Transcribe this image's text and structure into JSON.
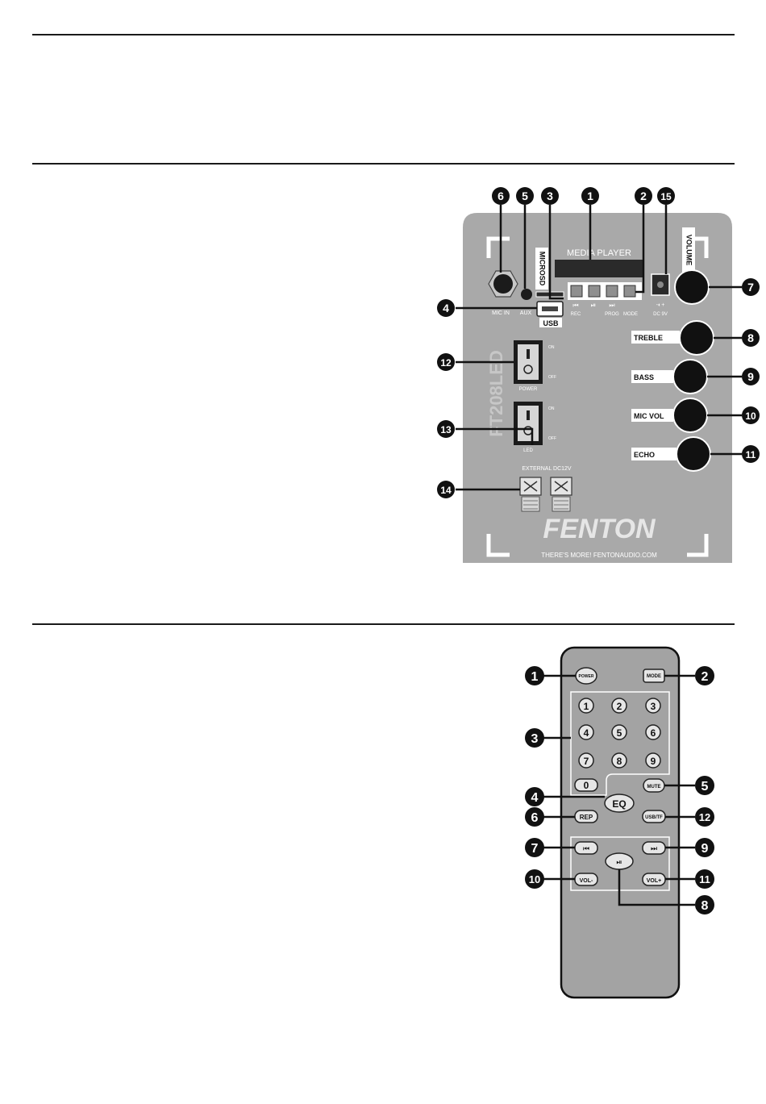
{
  "panel": {
    "media_player": "MEDIA PLAYER",
    "microsd": "MICROSD",
    "usb": "USB",
    "mic_in": "MIC IN",
    "aux": "AUX",
    "rec": "REC",
    "prog": "PROG",
    "mode": "MODE",
    "dc9v": "DC 9V",
    "volume": "VOLUME",
    "treble": "TREBLE",
    "bass": "BASS",
    "mic_vol": "MIC VOL",
    "echo": "ECHO",
    "on": "ON",
    "off": "OFF",
    "power": "POWER",
    "led": "LED",
    "model": "FT208LED",
    "external_dc": "EXTERNAL DC12V",
    "brand": "FENTON",
    "slogan": "THERE'S MORE! FENTONAUDIO.COM",
    "callouts": [
      "1",
      "2",
      "3",
      "4",
      "5",
      "6",
      "7",
      "8",
      "9",
      "10",
      "11",
      "12",
      "13",
      "14",
      "15"
    ]
  },
  "remote": {
    "power": "POWER",
    "mode": "MODE",
    "digits": [
      "1",
      "2",
      "3",
      "4",
      "5",
      "6",
      "7",
      "8",
      "9"
    ],
    "zero": "0",
    "mute": "MUTE",
    "eq": "EQ",
    "rep": "REP",
    "usbtf": "USB/TF",
    "prev": "⏮",
    "next": "⏭",
    "playpause": "⏯",
    "vol_minus": "VOL-",
    "vol_plus": "VOL+",
    "callouts": [
      "1",
      "2",
      "3",
      "4",
      "5",
      "6",
      "7",
      "8",
      "9",
      "10",
      "11",
      "12"
    ]
  },
  "colors": {
    "panel_gray": "#a9a9a9",
    "remote_gray": "#a3a3a3",
    "callout": "#111111"
  }
}
